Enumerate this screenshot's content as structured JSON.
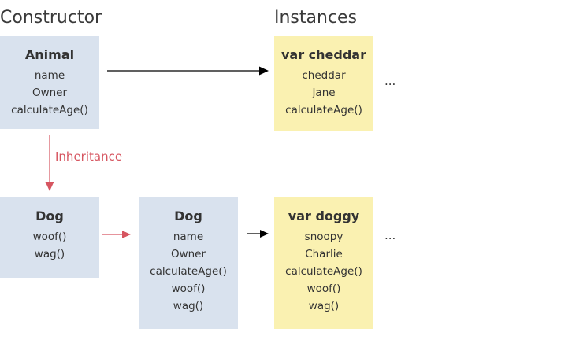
{
  "headings": {
    "constructor": "Constructor",
    "instances": "Instances"
  },
  "animal": {
    "title": "Animal",
    "lines": [
      "name",
      "Owner",
      "calculateAge()"
    ]
  },
  "cheddar": {
    "title": "var cheddar",
    "lines": [
      "cheddar",
      "Jane",
      "calculateAge()"
    ],
    "more": "..."
  },
  "inheritance_label": "Inheritance",
  "dog_constructor": {
    "title": "Dog",
    "lines": [
      "woof()",
      "wag()"
    ]
  },
  "dog_full": {
    "title": "Dog",
    "lines": [
      "name",
      "Owner",
      "calculateAge()",
      "woof()",
      "wag()"
    ]
  },
  "doggy": {
    "title": "var doggy",
    "lines": [
      "snoopy",
      "Charlie",
      "calculateAge()",
      "woof()",
      "wag()"
    ],
    "more": "..."
  },
  "colors": {
    "constructor_box": "#d9e2ee",
    "instance_box": "#faf1b1",
    "inheritance": "#d65560",
    "arrow": "#000000"
  }
}
